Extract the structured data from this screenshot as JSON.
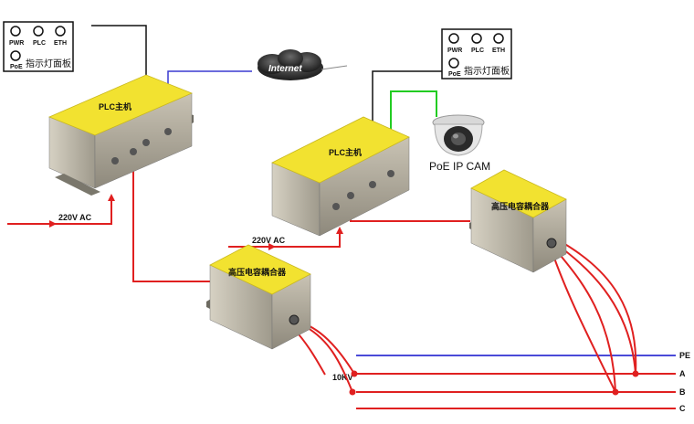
{
  "panels": [
    {
      "pwr": "PWR",
      "plc": "PLC",
      "eth": "ETH",
      "poe": "PoE",
      "title": "指示灯面板"
    },
    {
      "pwr": "PWR",
      "plc": "PLC",
      "eth": "ETH",
      "poe": "PoE",
      "title": "指示灯面板"
    }
  ],
  "internet_label": "Internet",
  "plc_hosts": [
    {
      "label": "PLC主机"
    },
    {
      "label": "PLC主机"
    }
  ],
  "couplers": [
    {
      "label": "高压电容耦合器"
    },
    {
      "label": "高压电容耦合器"
    }
  ],
  "camera_label": "PoE IP CAM",
  "ac_inputs": [
    {
      "label": "220V AC"
    },
    {
      "label": "220V AC"
    }
  ],
  "hv_label": "10KV",
  "lines": [
    {
      "label": "PE",
      "color": "#4a4ad8"
    },
    {
      "label": "A",
      "color": "#e02020"
    },
    {
      "label": "B",
      "color": "#e02020"
    },
    {
      "label": "C",
      "color": "#e02020"
    }
  ],
  "colors": {
    "box_top": "#f2e230",
    "box_side": "#b9b3a3",
    "power_wire": "#e02020",
    "network_wire": "#111111",
    "internet_wire": "#3a3ad0",
    "camera_wire": "#22cc22"
  }
}
